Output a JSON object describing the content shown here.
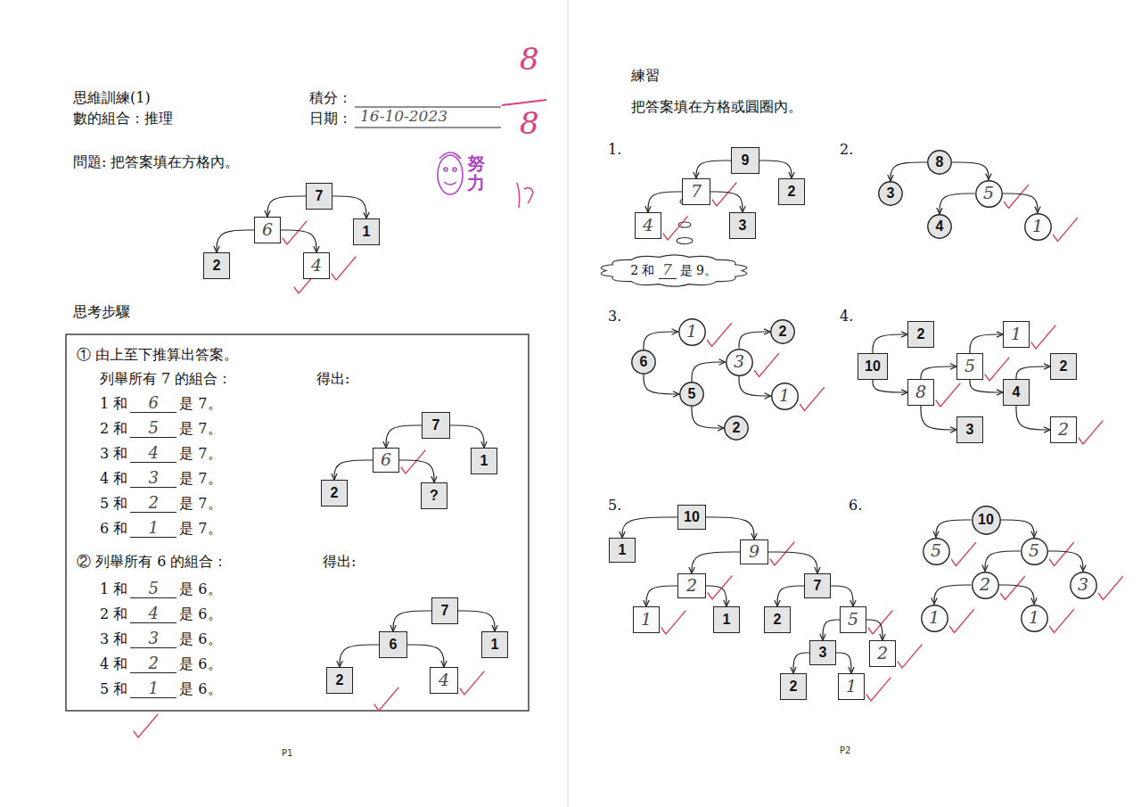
{
  "diagram": {
    "title": "思維訓練(1)",
    "nodes": [
      {
        "text": [
          "7"
        ]
      },
      {
        "text": [
          "6"
        ]
      },
      {
        "text": [
          "1"
        ]
      },
      {
        "text": [
          "2"
        ]
      },
      {
        "text": [
          "4"
        ]
      },
      {
        "text": [
          "7"
        ]
      },
      {
        "text": [
          "6"
        ]
      },
      {
        "text": [
          "1"
        ]
      },
      {
        "text": [
          "2"
        ]
      },
      {
        "text": [
          "?"
        ]
      },
      {
        "text": [
          "7"
        ]
      },
      {
        "text": [
          "6"
        ]
      },
      {
        "text": [
          "1"
        ]
      },
      {
        "text": [
          "2"
        ]
      },
      {
        "text": [
          "4"
        ]
      },
      {
        "text": [
          "9"
        ]
      },
      {
        "text": [
          "7"
        ]
      },
      {
        "text": [
          "2"
        ]
      },
      {
        "text": [
          "4"
        ]
      },
      {
        "text": [
          "3"
        ]
      },
      {
        "text": [
          "2 和",
          "7",
          "是 9。"
        ]
      },
      {
        "text": [
          "8"
        ]
      },
      {
        "text": [
          "3"
        ]
      },
      {
        "text": [
          "5"
        ]
      },
      {
        "text": [
          "4"
        ]
      },
      {
        "text": [
          "1"
        ]
      },
      {
        "text": [
          "6"
        ]
      },
      {
        "text": [
          "1"
        ]
      },
      {
        "text": [
          "5"
        ]
      },
      {
        "text": [
          "3"
        ]
      },
      {
        "text": [
          "2"
        ]
      },
      {
        "text": [
          "1"
        ]
      },
      {
        "text": [
          "2"
        ]
      },
      {
        "text": [
          "10"
        ]
      },
      {
        "text": [
          "2"
        ]
      },
      {
        "text": [
          "8"
        ]
      },
      {
        "text": [
          "5"
        ]
      },
      {
        "text": [
          "3"
        ]
      },
      {
        "text": [
          "1"
        ]
      },
      {
        "text": [
          "4"
        ]
      },
      {
        "text": [
          "2"
        ]
      },
      {
        "text": [
          "2"
        ]
      },
      {
        "text": [
          "10"
        ]
      },
      {
        "text": [
          "1"
        ]
      },
      {
        "text": [
          "9"
        ]
      },
      {
        "text": [
          "2"
        ]
      },
      {
        "text": [
          "7"
        ]
      },
      {
        "text": [
          "1"
        ]
      },
      {
        "text": [
          "1"
        ]
      },
      {
        "text": [
          "2"
        ]
      },
      {
        "text": [
          "5"
        ]
      },
      {
        "text": [
          "3"
        ]
      },
      {
        "text": [
          "2"
        ]
      },
      {
        "text": [
          "2"
        ]
      },
      {
        "text": [
          "1"
        ]
      },
      {
        "text": [
          "10"
        ]
      },
      {
        "text": [
          "5"
        ]
      },
      {
        "text": [
          "5"
        ]
      },
      {
        "text": [
          "2"
        ]
      },
      {
        "text": [
          "3"
        ]
      },
      {
        "text": [
          "1"
        ]
      },
      {
        "text": [
          "1"
        ]
      }
    ],
    "edges": [
      {
        "from": 0,
        "to": 1,
        "arrow": "to"
      },
      {
        "from": 0,
        "to": 2,
        "arrow": "to"
      },
      {
        "from": 1,
        "to": 3,
        "arrow": "to"
      },
      {
        "from": 1,
        "to": 4,
        "arrow": "to"
      },
      {
        "from": 5,
        "to": 6,
        "arrow": "to"
      },
      {
        "from": 5,
        "to": 7,
        "arrow": "to"
      },
      {
        "from": 6,
        "to": 8,
        "arrow": "to"
      },
      {
        "from": 6,
        "to": 9,
        "arrow": "to"
      },
      {
        "from": 10,
        "to": 11,
        "arrow": "to"
      },
      {
        "from": 10,
        "to": 12,
        "arrow": "to"
      },
      {
        "from": 11,
        "to": 13,
        "arrow": "to"
      },
      {
        "from": 11,
        "to": 14,
        "arrow": "to"
      },
      {
        "from": 15,
        "to": 16,
        "arrow": "to"
      },
      {
        "from": 15,
        "to": 17,
        "arrow": "to"
      },
      {
        "from": 16,
        "to": 18,
        "arrow": "to"
      },
      {
        "from": 16,
        "to": 19,
        "arrow": "to"
      },
      {
        "from": 21,
        "to": 22,
        "arrow": "to"
      },
      {
        "from": 21,
        "to": 23,
        "arrow": "to"
      },
      {
        "from": 23,
        "to": 24,
        "arrow": "to"
      },
      {
        "from": 23,
        "to": 25,
        "arrow": "to"
      },
      {
        "from": 26,
        "to": 27,
        "arrow": "to"
      },
      {
        "from": 26,
        "to": 28,
        "arrow": "to"
      },
      {
        "from": 28,
        "to": 29,
        "arrow": "to"
      },
      {
        "from": 28,
        "to": 32,
        "arrow": "to"
      },
      {
        "from": 29,
        "to": 30,
        "arrow": "to"
      },
      {
        "from": 29,
        "to": 31,
        "arrow": "to"
      },
      {
        "from": 33,
        "to": 34,
        "arrow": "to"
      },
      {
        "from": 33,
        "to": 35,
        "arrow": "to"
      },
      {
        "from": 35,
        "to": 36,
        "arrow": "to"
      },
      {
        "from": 35,
        "to": 37,
        "arrow": "to"
      },
      {
        "from": 36,
        "to": 38,
        "arrow": "to"
      },
      {
        "from": 36,
        "to": 39,
        "arrow": "to"
      },
      {
        "from": 39,
        "to": 40,
        "arrow": "to"
      },
      {
        "from": 39,
        "to": 41,
        "arrow": "to"
      },
      {
        "from": 42,
        "to": 43,
        "arrow": "to"
      },
      {
        "from": 42,
        "to": 44,
        "arrow": "to"
      },
      {
        "from": 44,
        "to": 45,
        "arrow": "to"
      },
      {
        "from": 44,
        "to": 46,
        "arrow": "to"
      },
      {
        "from": 45,
        "to": 47,
        "arrow": "to"
      },
      {
        "from": 45,
        "to": 48,
        "arrow": "to"
      },
      {
        "from": 46,
        "to": 49,
        "arrow": "to"
      },
      {
        "from": 46,
        "to": 50,
        "arrow": "to"
      },
      {
        "from": 50,
        "to": 51,
        "arrow": "to"
      },
      {
        "from": 50,
        "to": 52,
        "arrow": "to"
      },
      {
        "from": 51,
        "to": 53,
        "arrow": "to"
      },
      {
        "from": 51,
        "to": 54,
        "arrow": "to"
      },
      {
        "from": 55,
        "to": 56,
        "arrow": "to"
      },
      {
        "from": 55,
        "to": 57,
        "arrow": "to"
      },
      {
        "from": 57,
        "to": 58,
        "arrow": "to"
      },
      {
        "from": 57,
        "to": 59,
        "arrow": "to"
      },
      {
        "from": 58,
        "to": 60,
        "arrow": "to"
      },
      {
        "from": 58,
        "to": 61,
        "arrow": "to"
      }
    ],
    "labels": [
      "數的組合：推理",
      "積分：",
      "日期：",
      "16-10-2023",
      "8",
      "8",
      "努力",
      "問題: 把答案填在方格內。",
      "思考步驟",
      "① 由上至下推算出答案。",
      "列舉所有 7 的組合：",
      "得出:",
      "1 和",
      "6",
      "是 7。",
      "2 和",
      "5",
      "是 7。",
      "3 和",
      "4",
      "是 7。",
      "4 和",
      "3",
      "是 7。",
      "5 和",
      "2",
      "是 7。",
      "6 和",
      "1",
      "是 7。",
      "② 列舉所有 6 的組合：",
      "得出:",
      "1 和",
      "5",
      "是 6。",
      "2 和",
      "4",
      "是 6。",
      "3 和",
      "3",
      "是 6。",
      "4 和",
      "2",
      "是 6。",
      "5 和",
      "1",
      "是 6。",
      "P1",
      "練習",
      "把答案填在方格或圓圈內。",
      "1.",
      "2.",
      "3.",
      "4.",
      "5.",
      "6.",
      "P2"
    ]
  }
}
